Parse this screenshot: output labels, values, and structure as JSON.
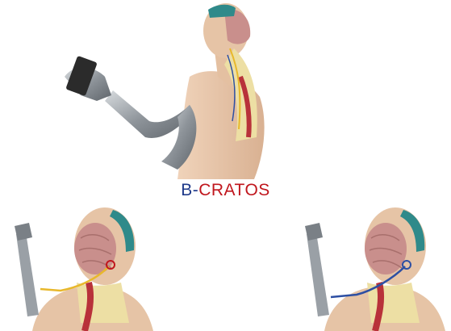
{
  "caption": {
    "prefix": "B",
    "separator": "-",
    "word": "CRATOS"
  },
  "colors": {
    "prefix_color": "#1f3a8a",
    "word_color": "#c0161d",
    "skin": "#e6c4a6",
    "brain": "#c98f8c",
    "muscle": "#b8323a",
    "nerve_yellow": "#e8b82c",
    "nerve_blue": "#2d4fa3",
    "device_teal": "#2f8a8a",
    "metal": "#9aa0a6"
  },
  "figures": [
    {
      "id": "top",
      "description_icon": "prosthetic-arm-holding-phone-illustration"
    },
    {
      "id": "bottom-left",
      "description_icon": "prosthetic-arm-brain-signal-illustration"
    },
    {
      "id": "bottom-right",
      "description_icon": "prosthetic-arm-sensory-feedback-illustration"
    }
  ]
}
